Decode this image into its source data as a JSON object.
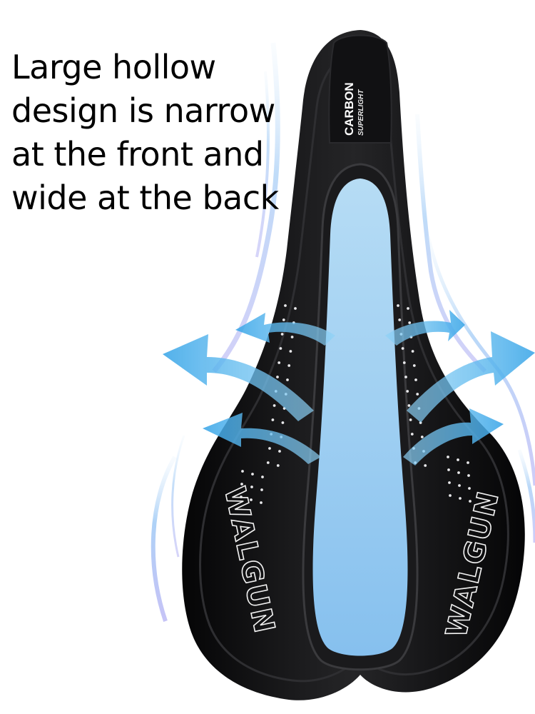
{
  "headline": {
    "lines": [
      "Large hollow",
      "design is narrow",
      "at the front and",
      "wide at the back"
    ]
  },
  "saddle": {
    "nose_brand": "CARBON",
    "nose_sub": "SUPERLIGHT",
    "logo_left": "WALGUN",
    "logo_right": "WALGUN"
  },
  "colors": {
    "saddle_body": "#0d0d0e",
    "cutout": "#9fd0f2",
    "airflow_arrow": "#4fb3ec",
    "airflow_line": "#8fa2ee",
    "text": "#000000"
  },
  "icons": [
    "airflow-arrow-icon"
  ]
}
